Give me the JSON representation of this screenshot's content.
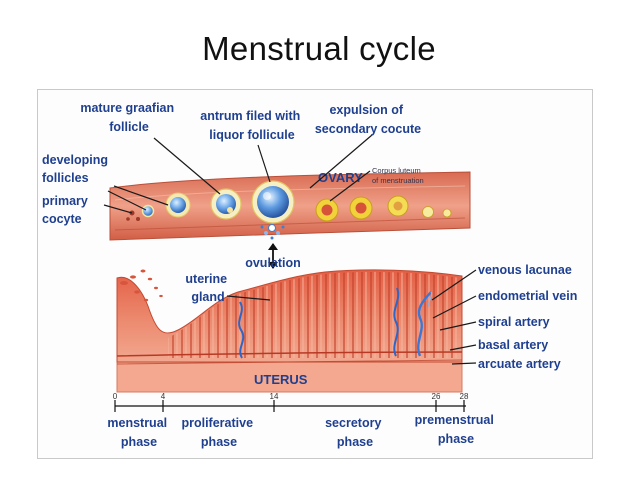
{
  "title": "Menstrual cycle",
  "colors": {
    "tissue": "#e8785e",
    "tissue_light": "#f2a48c",
    "tissue_dark": "#c8452e",
    "label_blue": "#1f3f8f",
    "follicle_blue": "#3d7fd0",
    "corpus_yellow": "#f0d13a"
  },
  "ovary": {
    "organ_label": "OVARY",
    "labels": {
      "mature_graafian": [
        "mature graafian",
        "follicle"
      ],
      "antrum": [
        "antrum filed with",
        "liquor follicule"
      ],
      "expulsion": [
        "expulsion of",
        "secondary cocute"
      ],
      "developing": [
        "developing",
        "follicles"
      ],
      "primary": [
        "primary",
        "cocyte"
      ],
      "corpus_luteum": [
        "Corpus luteum",
        "of menstruation"
      ]
    }
  },
  "ovulation_label": "ovulation",
  "uterus": {
    "organ_label": "UTERUS",
    "labels": {
      "uterine_gland": [
        "uterine",
        "gland"
      ],
      "venous_lacunae": "venous lacunae",
      "endometrial_vein": "endometrial vein",
      "spiral_artery": "spiral artery",
      "basal_artery": "basal artery",
      "arcuate_artery": "arcuate artery"
    }
  },
  "timeline": {
    "days": [
      "0",
      "4",
      "14",
      "26",
      "28"
    ],
    "phases": {
      "menstrual": [
        "menstrual",
        "phase"
      ],
      "proliferative": [
        "proliferative",
        "phase"
      ],
      "secretory": [
        "secretory",
        "phase"
      ],
      "premenstrual": [
        "premenstrual",
        "phase"
      ]
    }
  }
}
